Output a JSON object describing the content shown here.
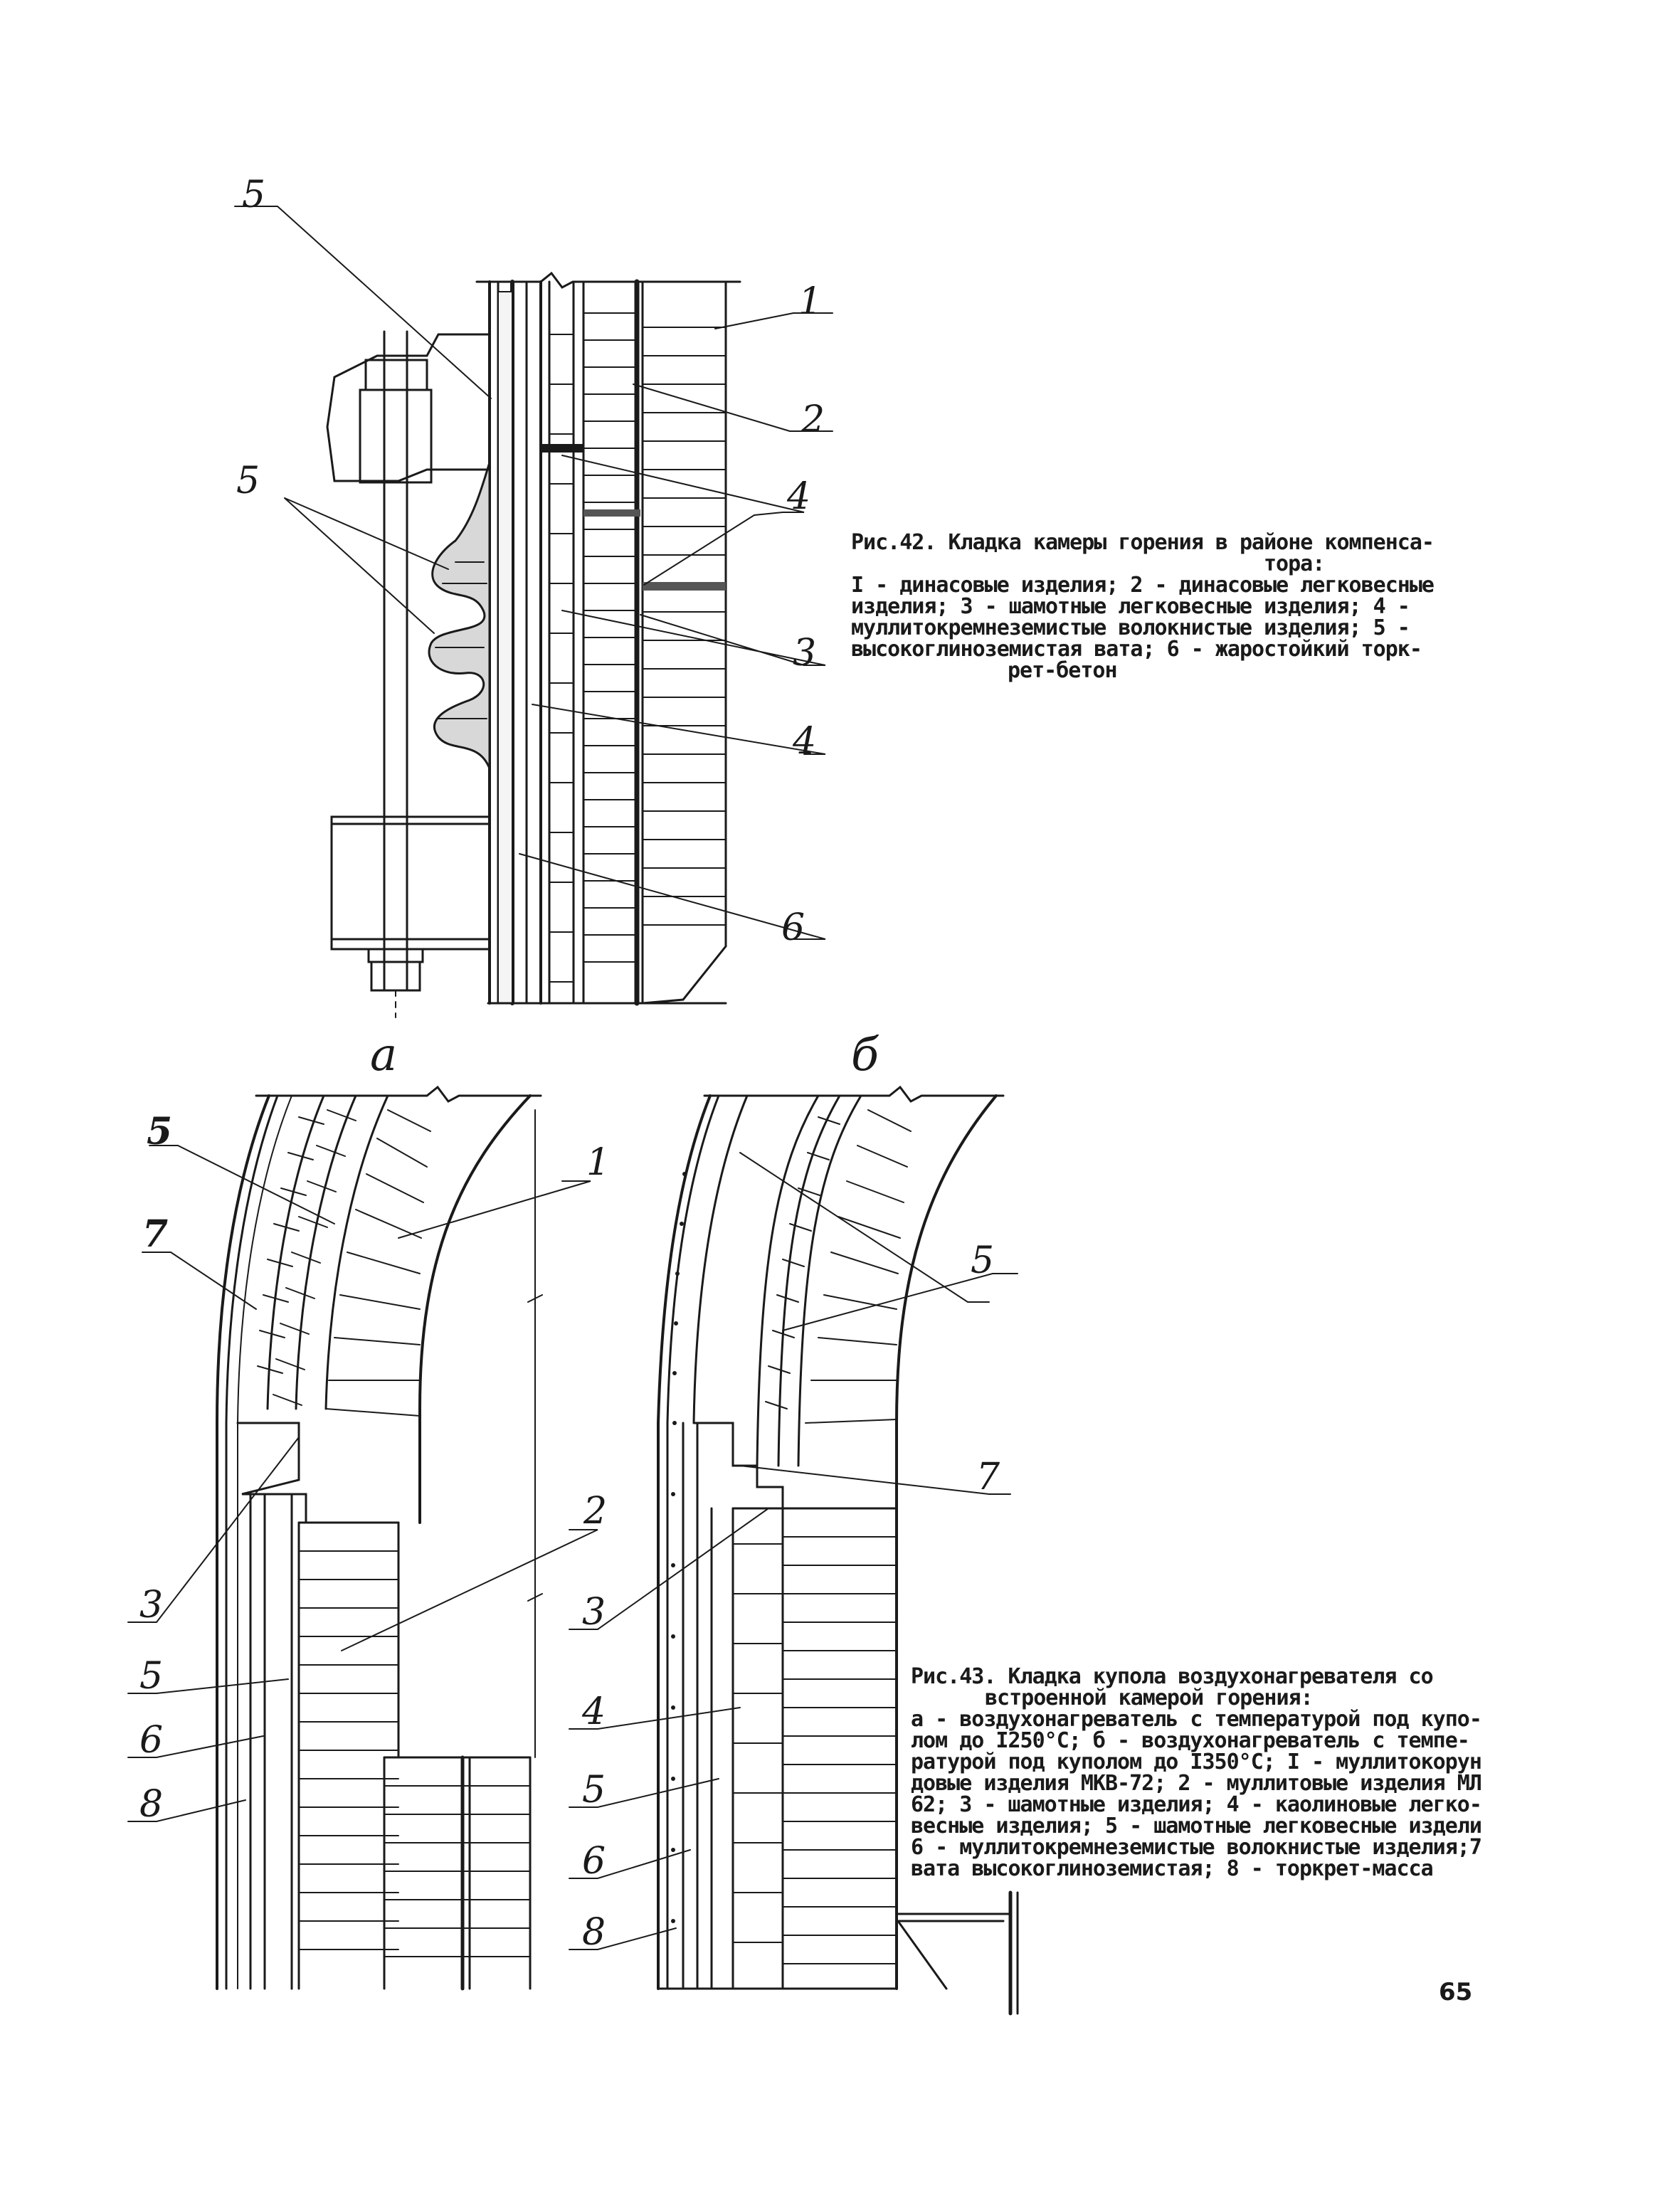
{
  "figure42": {
    "callouts": {
      "c5_top": "5",
      "c1": "1",
      "c2": "2",
      "c4_top": "4",
      "c5_left": "5",
      "c3": "3",
      "c4_low": "4",
      "c6": "6"
    },
    "caption_title_line1": "Рис.42. Кладка камеры горения в районе компенса-",
    "caption_title_line2": "тора:",
    "caption_lines": [
      "I - динасовые изделия; 2 - динасовые легковесные",
      "изделия; 3 - шамотные легковесные изделия; 4 -",
      "муллитокремнеземистые волокнистые изделия; 5 -",
      "высокоглиноземистая вата; 6 - жаростойкий торк-",
      "рет-бетон"
    ]
  },
  "figure43": {
    "subfigure_a_label": "а",
    "subfigure_b_label": "б",
    "callouts_a": {
      "c5_top": "5",
      "c7": "7",
      "c1": "1",
      "c3": "3",
      "c2": "2",
      "c5_low": "5",
      "c6": "6",
      "c8": "8"
    },
    "callouts_b": {
      "c5": "5",
      "c7": "7",
      "c3": "3",
      "c4": "4",
      "c5_low": "5",
      "c6": "6",
      "c8": "8"
    },
    "caption_title_line1": "Рис.43. Кладка купола воздухонагревателя    со",
    "caption_title_line2": "встроенной камерой горения:",
    "caption_lines": [
      "а - воздухонагреватель с температурой под купо-",
      "лом до I250°С; б - воздухонагреватель с темпе-",
      "ратурой под куполом до I350°С; I - муллитокорун",
      "довые изделия МКВ-72; 2 - муллитовые изделия МЛ",
      "62; 3 - шамотные изделия; 4 - каолиновые легко-",
      "весные изделия; 5 - шамотные легковесные издели",
      "6 - муллитокремнеземистые волокнистые изделия;7",
      "вата высокоглиноземистая;  8  -  торкрет-масса"
    ]
  },
  "page_number": "65"
}
